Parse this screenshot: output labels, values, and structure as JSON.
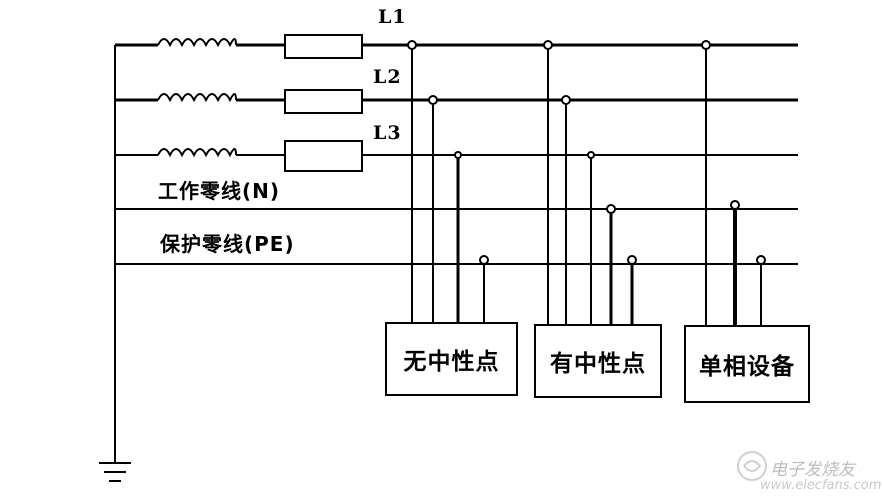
{
  "lines": {
    "l1": "L1",
    "l2": "L2",
    "l3": "L3",
    "n": "工作零线(N)",
    "pe": "保护零线(PE)"
  },
  "loads": {
    "no_neutral": "无中性点",
    "with_neutral": "有中性点",
    "single_phase": "单相设备"
  },
  "watermark": {
    "logo_text": "电子发烧友",
    "url": "www.elecfans.com"
  }
}
